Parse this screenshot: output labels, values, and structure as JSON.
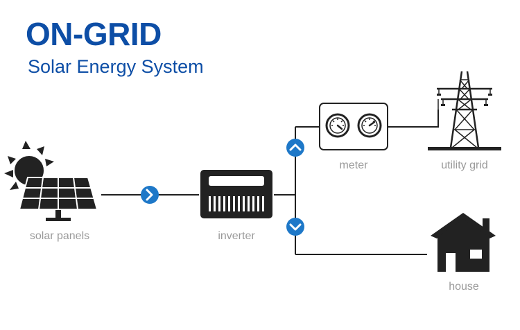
{
  "title": "ON-GRID",
  "subtitle": "Solar Energy System",
  "components": {
    "solar_panels": {
      "label": "solar panels",
      "icon": "solar-panel-icon"
    },
    "inverter": {
      "label": "inverter",
      "icon": "inverter-icon"
    },
    "meter": {
      "label": "meter",
      "icon": "meter-icon"
    },
    "utility_grid": {
      "label": "utility grid",
      "icon": "power-tower-icon"
    },
    "house": {
      "label": "house",
      "icon": "house-icon"
    }
  },
  "arrows": {
    "to_inverter": "chevron-right-icon",
    "to_meter": "chevron-up-icon",
    "to_house": "chevron-down-icon"
  },
  "colors": {
    "title": "#0d4ea6",
    "accent": "#1e78c8",
    "icon": "#222222",
    "line": "#1f1f1f",
    "label": "#9a9a9a"
  }
}
